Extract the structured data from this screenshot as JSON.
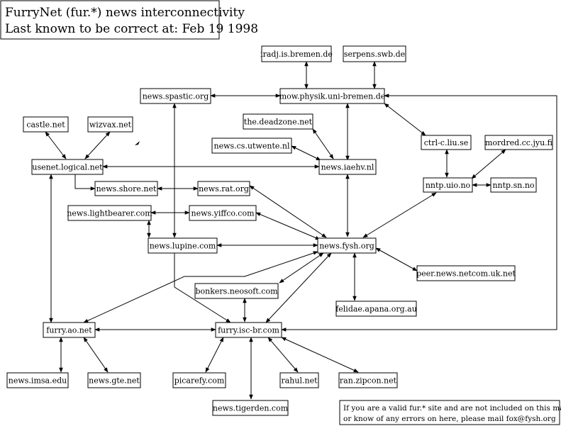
{
  "title": {
    "line1": "FurryNet (fur.*) news interconnectivity",
    "line2": "Last known to be correct at: Feb 19 1998"
  },
  "note": {
    "line1": "If you are a valid fur.* site and are not included on this map,",
    "line2": "or know of any errors on here, please mail fox@fysh.org"
  },
  "nodes": {
    "iradj": "iradj.is.bremen.de",
    "serpens": "serpens.swb.de",
    "spastic": "news.spastic.org",
    "mow": "mow.physik.uni-bremen.de",
    "deadzone": "the.deadzone.net",
    "castle": "castle.net",
    "wizvax": "wizvax.net",
    "utwente": "news.cs.utwente.nl",
    "ctrlc": "ctrl-c.liu.se",
    "mordred": "mordred.cc.jyu.fi",
    "usenet": "usenet.logical.net",
    "iaehv": "news.iaehv.nl",
    "shore": "news.shore.net",
    "rat": "news.rat.org",
    "uio": "nntp.uio.no",
    "sn": "nntp.sn.no",
    "lightbearer": "news.lightbearer.com",
    "yiffco": "news.yiffco.com",
    "lupine": "news.lupine.com",
    "fysh": "news.fysh.org",
    "netcom": "peer.news.netcom.uk.net",
    "bonkers": "bonkers.neosoft.com",
    "felidae": "felidae.apana.org.au",
    "furryao": "furry.ao.net",
    "iscbr": "furry.isc-br.com",
    "imsa": "news.imsa.edu",
    "gte": "news.gte.net",
    "picarefy": "picarefy.com",
    "rahul": "rahul.net",
    "zipcon": "ran.zipcon.net",
    "tigerden": "news.tigerden.com"
  }
}
